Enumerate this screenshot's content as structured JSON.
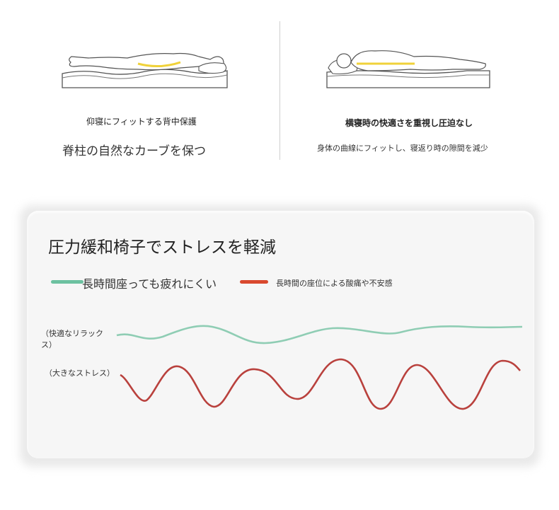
{
  "left_panel": {
    "caption_small": "仰寝にフィットする背中保護",
    "caption_large": "脊柱の自然なカーブを保つ"
  },
  "right_panel": {
    "caption_bold": "横寝時の快適さを重視し圧迫なし",
    "caption_sub": "身体の曲線にフィットし、寝返り時の隙間を減少"
  },
  "card": {
    "title": "圧力緩和椅子でストレスを軽減",
    "legend": [
      {
        "label": "長時間座っても疲れにくい",
        "color": "#6cc1a0"
      },
      {
        "label": "長時間の座位による酸痛や不安感",
        "color": "#d9492e"
      }
    ],
    "rows": [
      {
        "label": "（快適なリラックス）",
        "color": "#8fcdb4"
      },
      {
        "label": "（大きなストレス）",
        "color": "#b9413d"
      }
    ]
  },
  "colors": {
    "spine_highlight": "#f0d23a",
    "outline": "#555555"
  },
  "icons": [
    "person-supine-icon",
    "person-side-icon"
  ]
}
